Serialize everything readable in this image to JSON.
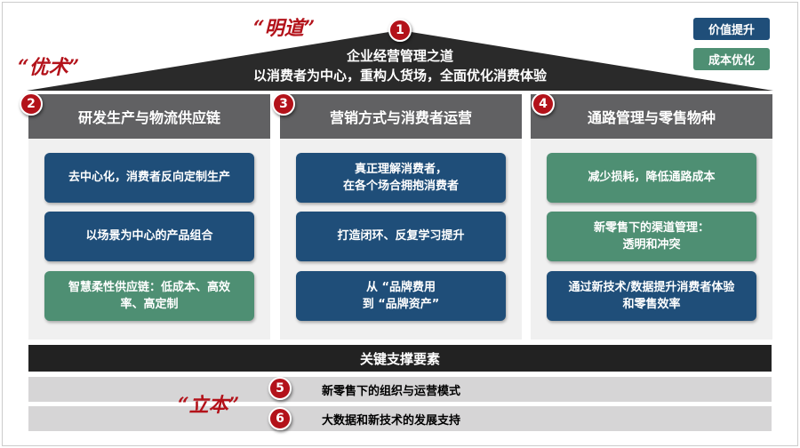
{
  "legend": [
    {
      "label": "价值提升",
      "color": "#1f4e79"
    },
    {
      "label": "成本优化",
      "color": "#4e8f73"
    }
  ],
  "roof": {
    "number": "1",
    "title": "企业经营管理之道",
    "subtitle": "以消费者为中心，重构人货场，全面优化消费体验"
  },
  "calligraphy": {
    "mingdao": "“明道”",
    "youshu": "“优术”",
    "liben": "“立本”"
  },
  "columns": [
    {
      "number": "2",
      "title": "研发生产与物流供应链",
      "boxes": [
        {
          "text": "去中心化，消费者反向定制生产",
          "color": "blue"
        },
        {
          "text": "以场景为中心的产品组合",
          "color": "blue"
        },
        {
          "text": "智慧柔性供应链：低成本、高效\n率、高定制",
          "color": "green"
        }
      ]
    },
    {
      "number": "3",
      "title": "营销方式与消费者运营",
      "boxes": [
        {
          "text": "真正理解消费者，\n在各个场合拥抱消费者",
          "color": "blue"
        },
        {
          "text": "打造闭环、反复学习提升",
          "color": "blue"
        },
        {
          "text": "从 “品牌费用\n到 “品牌资产”",
          "color": "blue"
        }
      ]
    },
    {
      "number": "4",
      "title": "通路管理与零售物种",
      "boxes": [
        {
          "text": "减少损耗，降低通路成本",
          "color": "green"
        },
        {
          "text": "新零售下的渠道管理：\n透明和冲突",
          "color": "green"
        },
        {
          "text": "通过新技术/数据提升消费者体验\n和零售效率",
          "color": "blue"
        }
      ]
    }
  ],
  "support": {
    "title": "关键支撑要素",
    "items": [
      {
        "number": "5",
        "text": "新零售下的组织与运营模式"
      },
      {
        "number": "6",
        "text": "大数据和新技术的发展支持"
      }
    ]
  }
}
